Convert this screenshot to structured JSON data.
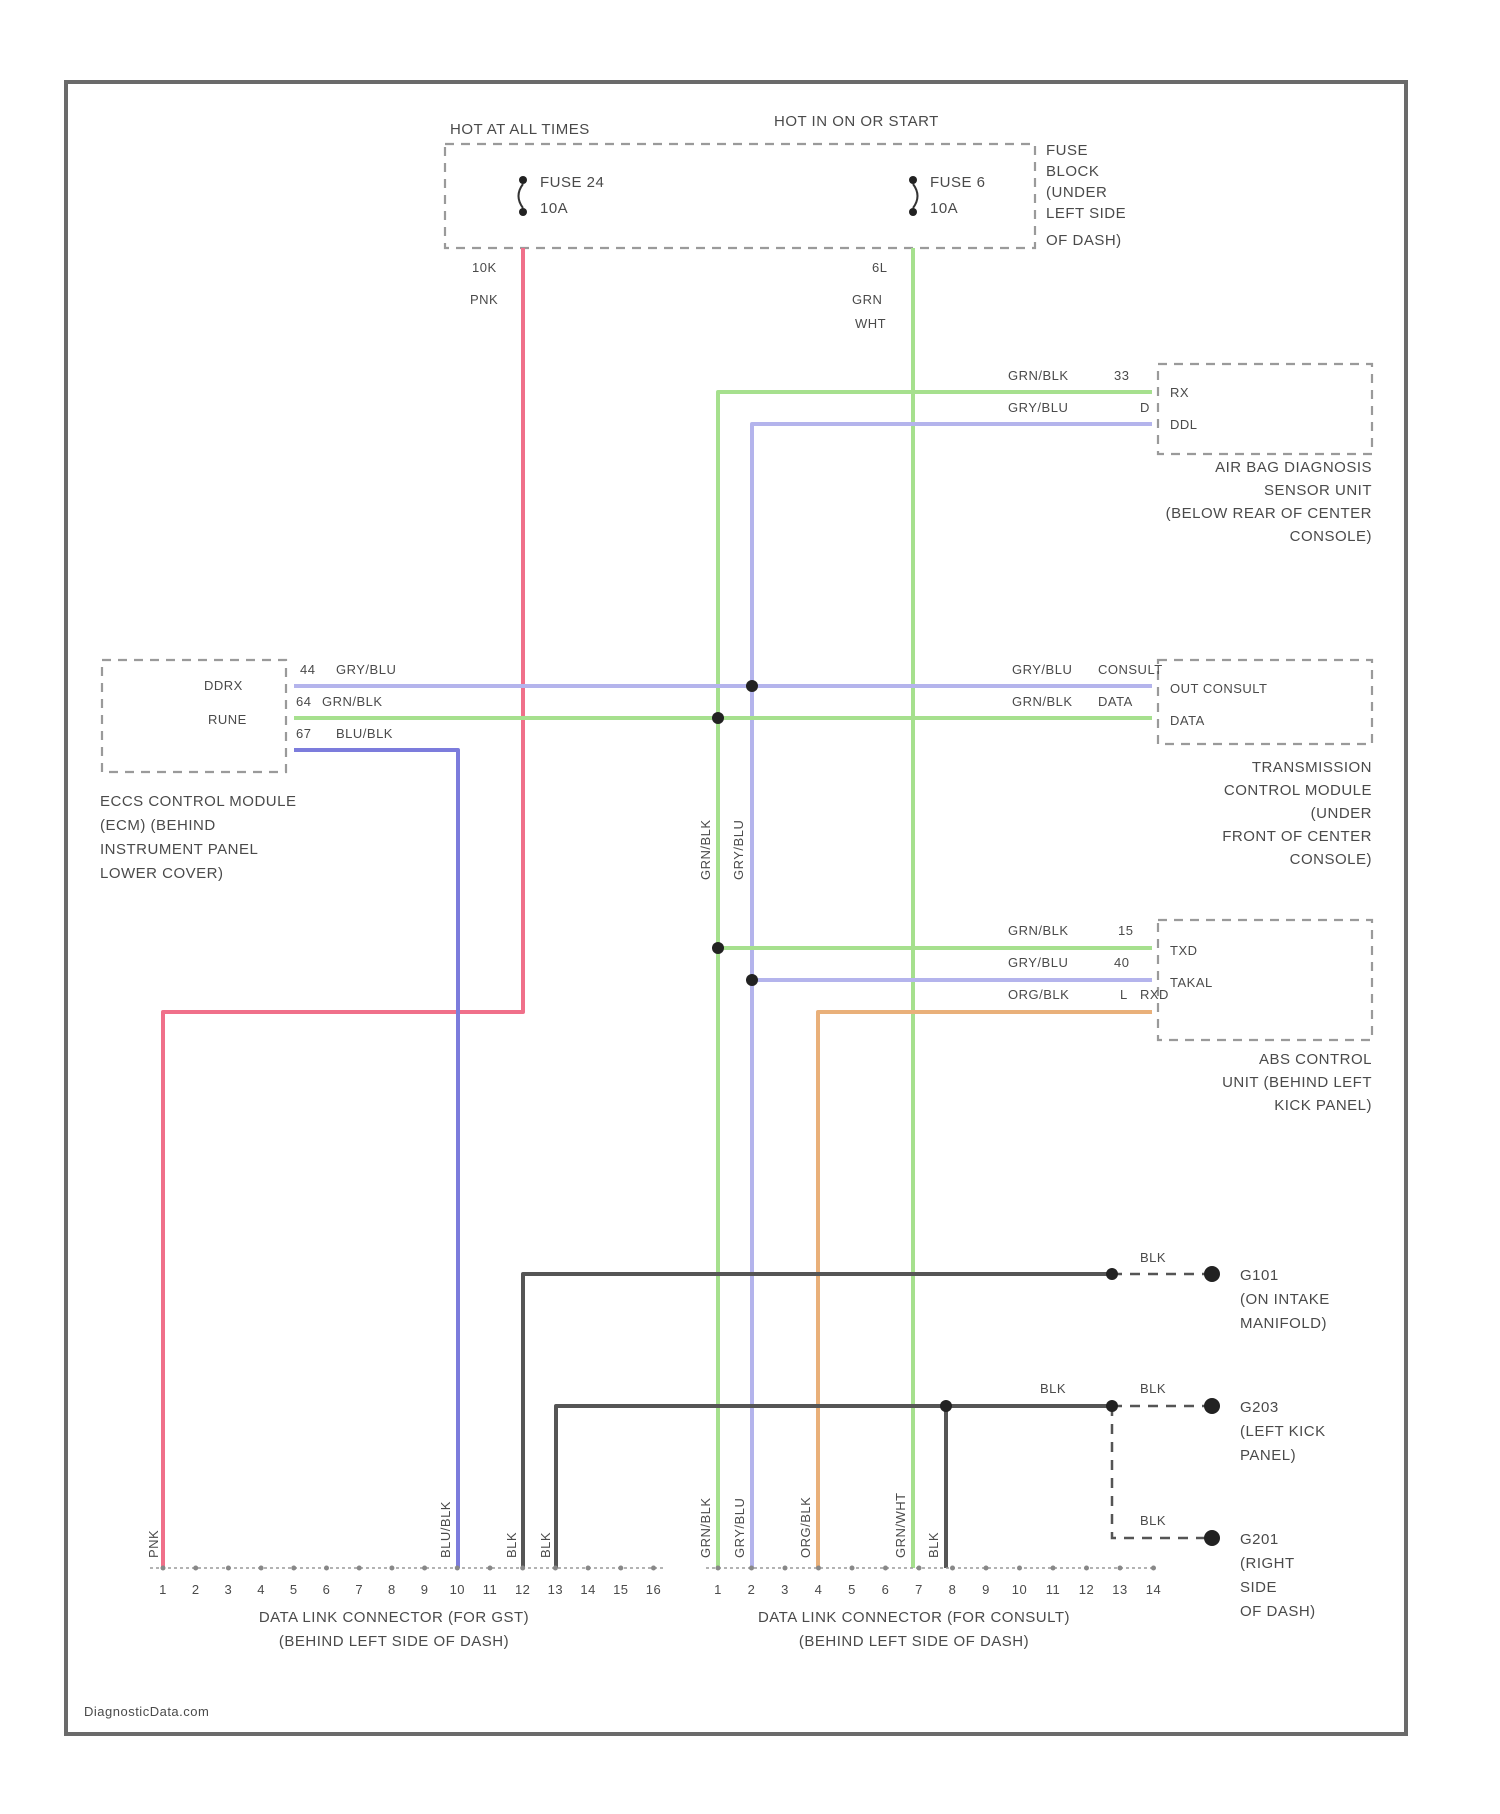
{
  "colors": {
    "pink": "#f0708a",
    "blue": "#7c7cdc",
    "lavender": "#b4b4ec",
    "green": "#a6e08e",
    "orange": "#e9b07a",
    "black": "#555555",
    "frame": "#6a6a6a"
  },
  "fuse_block": {
    "hot_at_all_times": "HOT AT ALL TIMES",
    "hot_in_on_or_start": "HOT IN ON OR START",
    "fuse_24": "FUSE 24",
    "fuse_24_rating": "10A",
    "fuse_6": "FUSE 6",
    "fuse_6_rating": "10A",
    "location_lines": [
      "FUSE",
      "BLOCK",
      "(UNDER",
      "LEFT SIDE",
      "OF DASH)"
    ],
    "fuse_24_terminal": "10K",
    "fuse_24_wire": "PNK",
    "fuse_6_terminal": "6L",
    "fuse_6_wire_lines": [
      "GRN",
      "WHT"
    ]
  },
  "airbag_unit": {
    "wire_rx": "GRN/BLK",
    "pin_rx": "33",
    "wire_ddl": "GRY/BLU",
    "pin_ddl": "D",
    "term_rx": "RX",
    "term_ddl": "DDL",
    "name_lines": [
      "AIR BAG DIAGNOSIS",
      "SENSOR UNIT",
      "(BELOW REAR OF CENTER",
      "CONSOLE)"
    ]
  },
  "eccs_module": {
    "term_1": "DDRX",
    "term_2": "RUNE",
    "wire_1": "GRY/BLU",
    "pin_1": "44",
    "wire_2": "GRN/BLK",
    "pin_2": "64",
    "wire_3": "BLU/BLK",
    "pin_3": "67",
    "name_lines": [
      "ECCS CONTROL MODULE",
      "(ECM) (BEHIND",
      "INSTRUMENT PANEL",
      "LOWER COVER)"
    ]
  },
  "tcm": {
    "wire_1": "GRY/BLU",
    "pin_1": "CONSULT",
    "wire_2": "GRN/BLK",
    "pin_2": "DATA",
    "term_1": "OUT CONSULT",
    "term_2": "DATA",
    "name_lines": [
      "TRANSMISSION",
      "CONTROL MODULE",
      "(UNDER",
      "FRONT OF CENTER",
      "CONSOLE)"
    ]
  },
  "abs_unit": {
    "wire_1": "GRN/BLK",
    "pin_1": "15",
    "wire_2": "GRY/BLU",
    "pin_2": "40",
    "wire_3": "ORG/BLK",
    "pin_3": "L",
    "term_1": "TXD",
    "term_2": "TAKAL",
    "term_3": "RXD",
    "name_lines": [
      "ABS CONTROL",
      "UNIT (BEHIND LEFT",
      "KICK PANEL)"
    ]
  },
  "vertical_splice_labels": [
    "GRN/BLK",
    "GRY/BLU"
  ],
  "grounds": [
    {
      "wire": "BLK",
      "name_lines": [
        "G101",
        "(ON INTAKE",
        "MANIFOLD)"
      ]
    },
    {
      "wire_a": "BLK",
      "wire_b": "BLK",
      "name_lines": [
        "G203",
        "(LEFT KICK",
        "PANEL)"
      ]
    },
    {
      "wire": "BLK",
      "name_lines": [
        "G201",
        "(RIGHT",
        "SIDE",
        "OF DASH)"
      ]
    }
  ],
  "connector_gst": {
    "pins": [
      "1",
      "2",
      "3",
      "4",
      "5",
      "6",
      "7",
      "8",
      "9",
      "10",
      "11",
      "12",
      "13",
      "14",
      "15",
      "16"
    ],
    "wire_labels": {
      "p1": "PNK",
      "p10": "BLU/BLK",
      "p12": "BLK",
      "p13": "BLK"
    },
    "name_lines": [
      "DATA LINK CONNECTOR (FOR GST)",
      "(BEHIND LEFT SIDE OF DASH)"
    ]
  },
  "connector_consult": {
    "pins": [
      "1",
      "2",
      "3",
      "4",
      "5",
      "6",
      "7",
      "8",
      "9",
      "10",
      "11",
      "12",
      "13",
      "14"
    ],
    "wire_labels": {
      "p1": "GRN/BLK",
      "p2": "GRY/BLU",
      "p4": "ORG/BLK",
      "p7": "GRN/WHT",
      "p8": "BLK"
    },
    "name_lines": [
      "DATA LINK CONNECTOR (FOR CONSULT)",
      "(BEHIND LEFT SIDE OF DASH)"
    ]
  },
  "footer": "DiagnosticData.com"
}
